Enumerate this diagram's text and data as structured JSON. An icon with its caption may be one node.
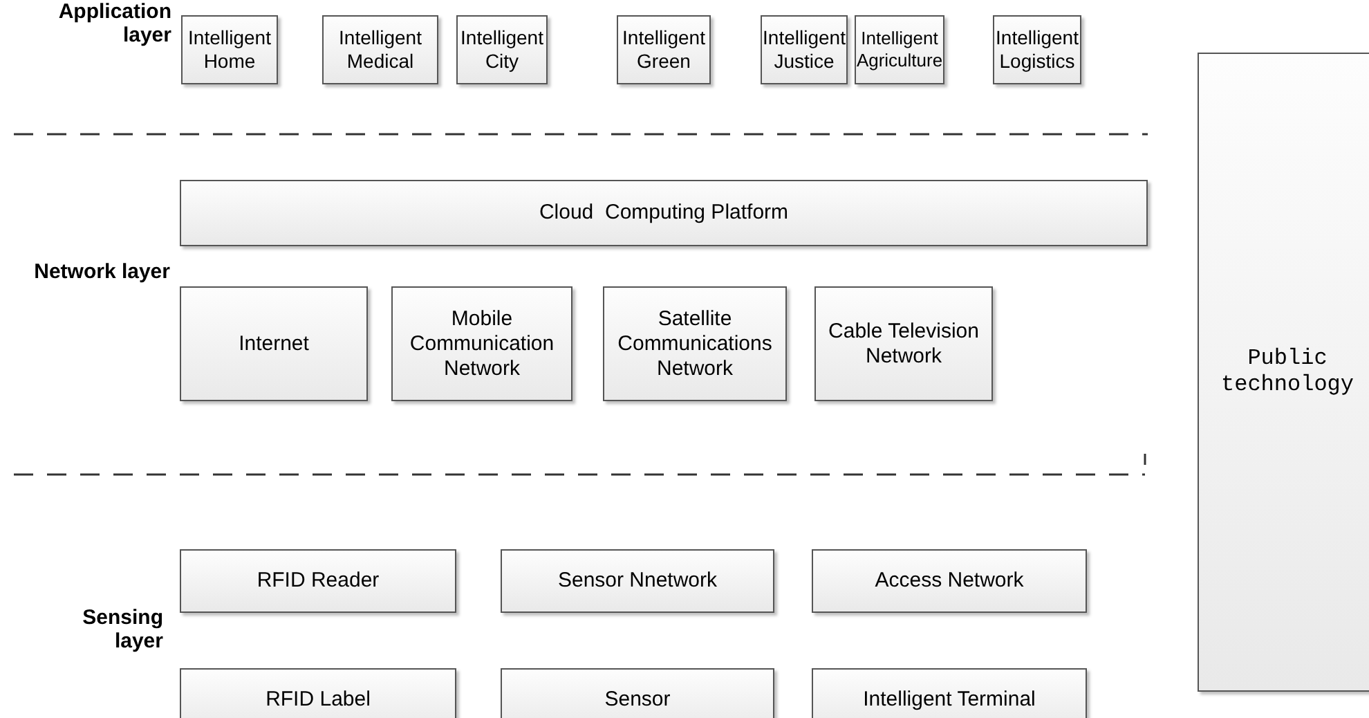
{
  "diagram": {
    "nodes": [
      {
        "text": [
          "Intelligent Home"
        ]
      },
      {
        "text": [
          "Intelligent Medical"
        ]
      },
      {
        "text": [
          "Intelligent City"
        ]
      },
      {
        "text": [
          "Intelligent Green"
        ]
      },
      {
        "text": [
          "Intelligent Justice"
        ]
      },
      {
        "text": [
          "Intelligent Agriculture"
        ]
      },
      {
        "text": [
          "Intelligent Logistics"
        ]
      },
      {
        "text": [
          "Cloud  Computing Platform"
        ]
      },
      {
        "text": [
          "Internet"
        ]
      },
      {
        "text": [
          "Mobile Communication Network"
        ]
      },
      {
        "text": [
          "Satellite Communications Network"
        ]
      },
      {
        "text": [
          "Cable Television Network"
        ]
      },
      {
        "text": [
          "RFID Reader"
        ]
      },
      {
        "text": [
          "Sensor Nnetwork"
        ]
      },
      {
        "text": [
          "Access Network"
        ]
      },
      {
        "text": [
          "RFID Label"
        ]
      },
      {
        "text": [
          "Sensor"
        ]
      },
      {
        "text": [
          "Intelligent Terminal"
        ]
      },
      {
        "text": [
          "Public technology"
        ]
      }
    ],
    "edges": [],
    "labels": [
      "Application layer",
      "Network layer",
      "Sensing layer"
    ]
  }
}
